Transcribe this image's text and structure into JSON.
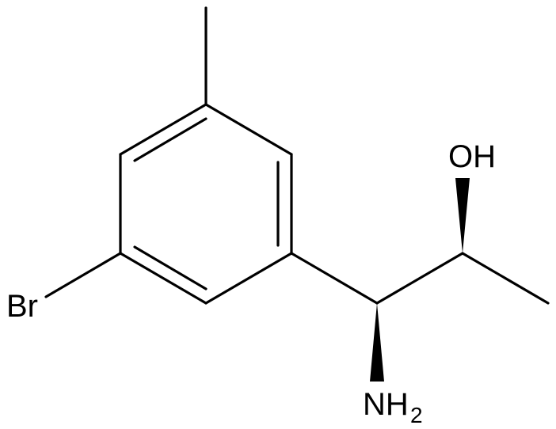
{
  "molecule": {
    "labels": {
      "br": "Br",
      "oh": "OH",
      "nh": "NH",
      "nh_subscript": "2"
    },
    "colors": {
      "bond": "#000000",
      "background": "#ffffff"
    }
  }
}
